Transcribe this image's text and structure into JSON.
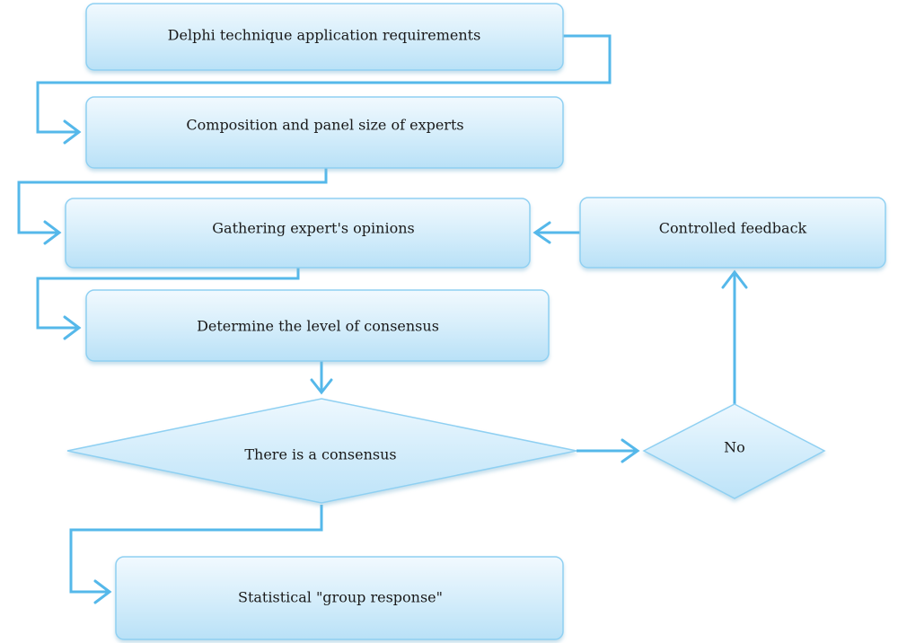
{
  "colors": {
    "box_fill_top": "#eef8fe",
    "box_fill_bottom": "#bfe4f8",
    "box_stroke": "#8fd0f2",
    "connector": "#55b8ea",
    "text": "#1a1a1a"
  },
  "nodes": {
    "requirements": "Delphi technique application requirements",
    "composition": "Composition and panel size of experts",
    "gathering": "Gathering expert's opinions",
    "feedback": "Controlled feedback",
    "determine": "Determine the level of consensus",
    "consensus": "There is a consensus",
    "no": "No",
    "statistical": "Statistical \"group response\""
  }
}
